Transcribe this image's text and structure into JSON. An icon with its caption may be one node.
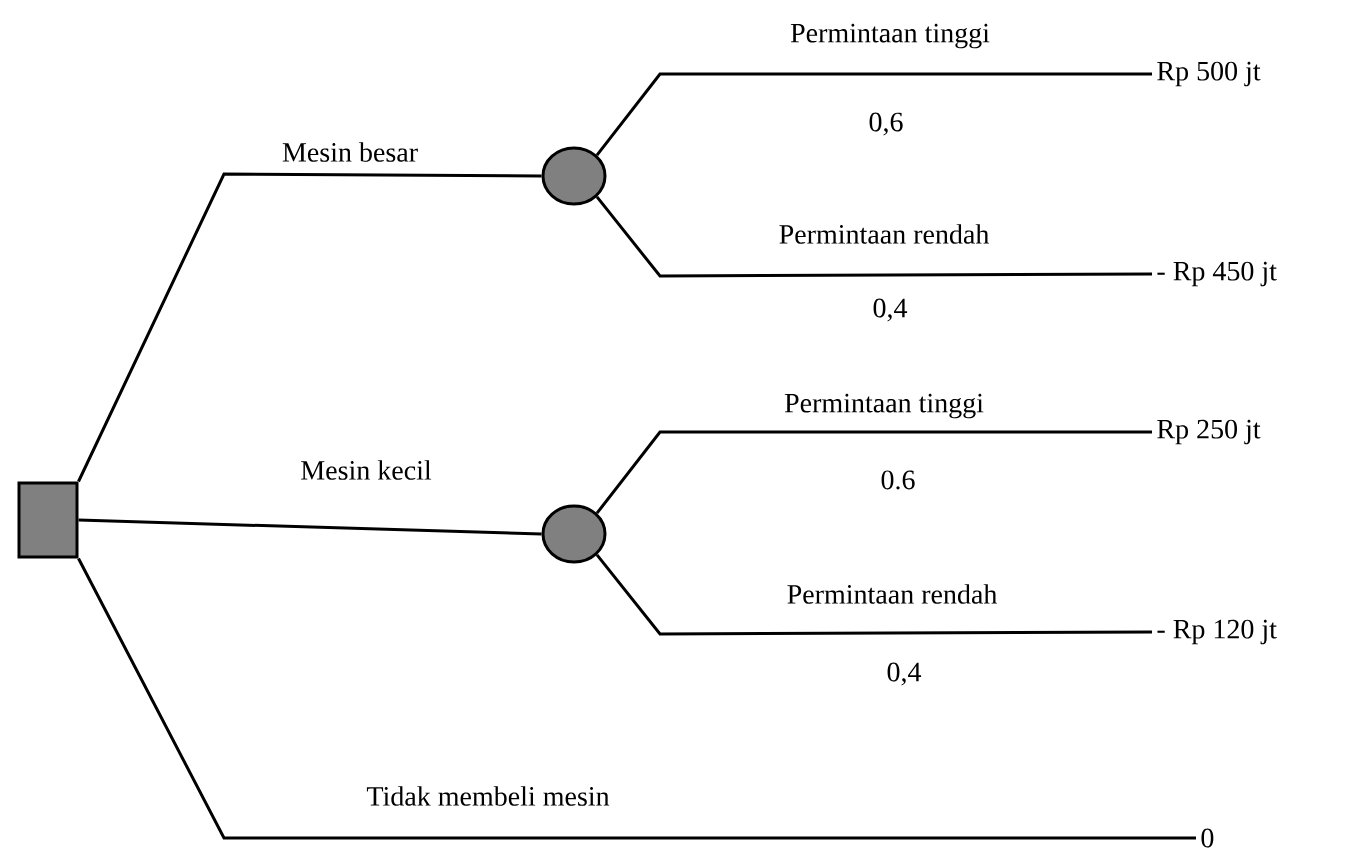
{
  "diagram": {
    "nodes": [
      {
        "text": [],
        "shape": "box"
      },
      {
        "text": [],
        "shape": "circle"
      },
      {
        "text": [
          "Rp 500 jt"
        ]
      },
      {
        "text": [
          "- Rp 450 jt"
        ]
      },
      {
        "text": [],
        "shape": "circle"
      },
      {
        "text": [
          "Rp 250 jt"
        ]
      },
      {
        "text": [
          "- Rp 120 jt"
        ]
      },
      {
        "text": [
          "0"
        ]
      }
    ],
    "edges": [
      {
        "from": 0,
        "to": 1,
        "arrow": "none",
        "label": "Mesin besar"
      },
      {
        "from": 0,
        "to": 4,
        "arrow": "none",
        "label": "Mesin kecil"
      },
      {
        "from": 0,
        "to": 7,
        "arrow": "none",
        "label": "Tidak membeli mesin"
      },
      {
        "from": 1,
        "to": 2,
        "arrow": "none",
        "label": "Permintaan tinggi"
      },
      {
        "from": 1,
        "to": 3,
        "arrow": "none",
        "label": "Permintaan rendah"
      },
      {
        "from": 4,
        "to": 5,
        "arrow": "none",
        "label": "Permintaan tinggi"
      },
      {
        "from": 4,
        "to": 6,
        "arrow": "none",
        "label": "Permintaan rendah"
      }
    ],
    "labels": [
      "0,6",
      "0,4",
      "0.6",
      "0,4"
    ]
  }
}
